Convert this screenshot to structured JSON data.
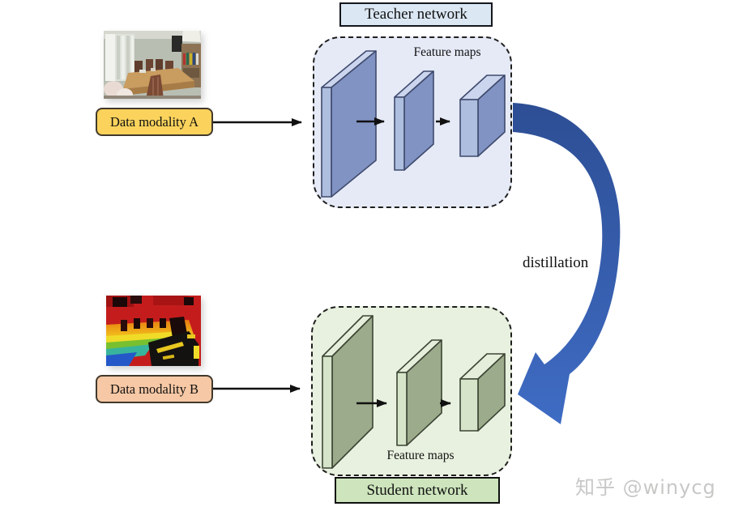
{
  "figure": {
    "teacher": {
      "title": "Teacher network",
      "feature_maps": "Feature maps",
      "input": "Data modality A",
      "colors": {
        "panel_bg": "#e5eaf6",
        "title_bg": "#dbe7f3",
        "input_bg": "#fbd35c",
        "front": "#adbede",
        "top": "#cbd5ed",
        "side": "#8093c3",
        "outline": "#3f4a6d"
      }
    },
    "student": {
      "title": "Student network",
      "feature_maps": "Feature maps",
      "input": "Data modality B",
      "colors": {
        "panel_bg": "#e8f1df",
        "title_bg": "#cde4bc",
        "input_bg": "#f7c8a5",
        "front": "#d6e5c9",
        "top": "#e4eeda",
        "side": "#9cab8b",
        "outline": "#3c4434"
      }
    },
    "distillation": {
      "label": "distillation",
      "arrow_color_top": "#2d4e94",
      "arrow_color_bottom": "#3f6cc4"
    },
    "arrow_color": "#111111",
    "watermark": "知乎 @winycg"
  }
}
